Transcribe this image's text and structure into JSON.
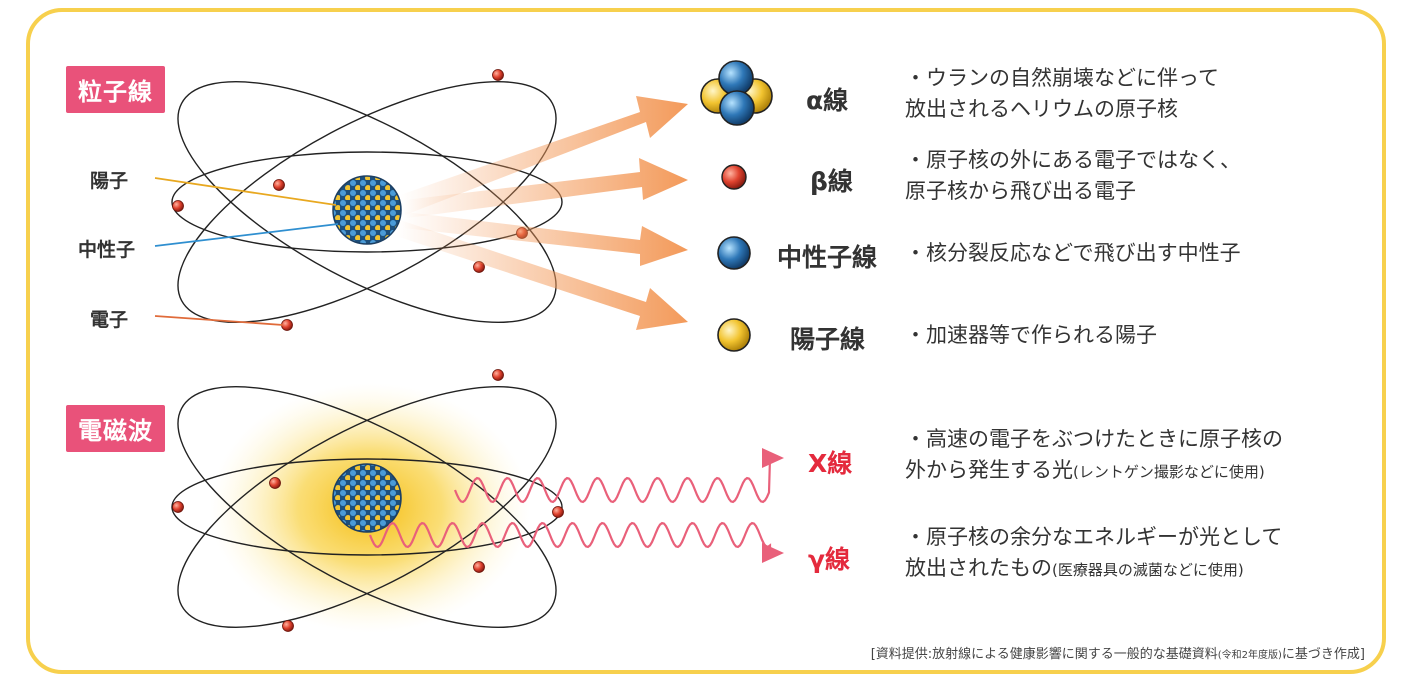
{
  "colors": {
    "frame": "#f7d04d",
    "badge": "#e9527a",
    "em_label": "#e42a3d",
    "wave": "#e9607a",
    "arrow": "#f39a5a",
    "electron": "#e0432f",
    "neutron": "#2f78b8",
    "proton": "#f2c430"
  },
  "particle": {
    "badge": "粒子線",
    "labels": {
      "proton": "陽子",
      "neutron": "中性子",
      "electron": "電子"
    },
    "rays": [
      {
        "name": "α線",
        "icon": "alpha-particle-icon",
        "line1": "・ウランの自然崩壊などに伴って",
        "line2": " 放出されるヘリウムの原子核"
      },
      {
        "name": "β線",
        "icon": "electron-icon",
        "line1": "・原子核の外にある電子ではなく、",
        "line2": " 原子核から飛び出る電子"
      },
      {
        "name": "中性子線",
        "icon": "neutron-icon",
        "line1": "・核分裂反応などで飛び出す中性子",
        "line2": ""
      },
      {
        "name": "陽子線",
        "icon": "proton-icon",
        "line1": "・加速器等で作られる陽子",
        "line2": ""
      }
    ]
  },
  "electromagnetic": {
    "badge": "電磁波",
    "rays": [
      {
        "name": "X線",
        "line1": "・高速の電子をぶつけたときに原子核の",
        "line2_main": " 外から発生する光",
        "line2_small": "(レントゲン撮影などに使用)"
      },
      {
        "name": "γ線",
        "line1": "・原子核の余分なエネルギーが光として",
        "line2_main": " 放出されたもの",
        "line2_small": "(医療器具の滅菌などに使用)"
      }
    ]
  },
  "source": {
    "before": "[資料提供:放射線による健康影響に関する一般的な基礎資料",
    "small": "(令和2年度版)",
    "after": "に基づき作成]"
  }
}
